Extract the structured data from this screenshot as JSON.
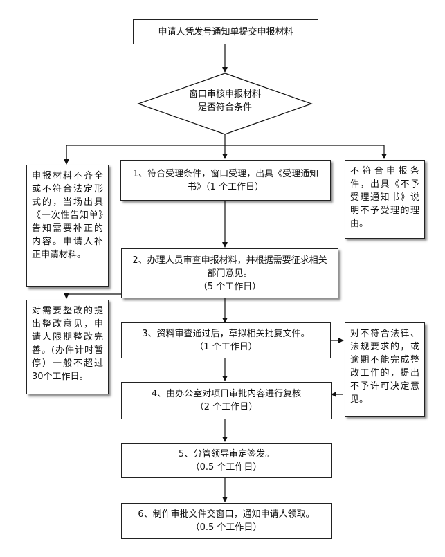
{
  "start": {
    "text": "申请人凭发号通知单提交申报材料"
  },
  "decision": {
    "line1": "窗口审核申报材料",
    "line2": "是否符合条件"
  },
  "left_incomplete": {
    "text": "申报材料不齐全或不符合法定形式的，当场出具《一次性告知单》告知需要补正的内容。申请人补正申请材料。"
  },
  "step1": {
    "line1": "1、符合受理条件，窗口受理，出具《受理通知",
    "line2": "书》（1 个工作日）"
  },
  "right_reject": {
    "text": "不符合申报条件，出具《不予受理通知书》说明不予受理的理由。"
  },
  "step2": {
    "line1": "2、办理人员审查申报材料，并根据需要征求相关",
    "line2": "部门意见。",
    "line3": "（5 个工作日）"
  },
  "left_rectify": {
    "text": "对需要整改的提出整改意见，申请人限期整改完善。(办件计时暂停）一般不超过 30个工作日。"
  },
  "step3": {
    "line1": "3、资料审查通过后，草拟相关批复文件。",
    "line2": "（1 个工作日）"
  },
  "right_deny": {
    "text": "对不符合法律、法规要求的，或逾期不能完成整改工作的，提出不予许可决定意见。"
  },
  "step4": {
    "line1": "4、由办公室对项目审批内容进行复核",
    "line2": "（2 个工作日）"
  },
  "step5": {
    "line1": "5、分管领导审定签发。",
    "line2": "（0.5 个工作日）"
  },
  "step6": {
    "line1": "6、制作审批文件交窗口，通知申请人领取。",
    "line2": "（0.5 个工作日）"
  }
}
